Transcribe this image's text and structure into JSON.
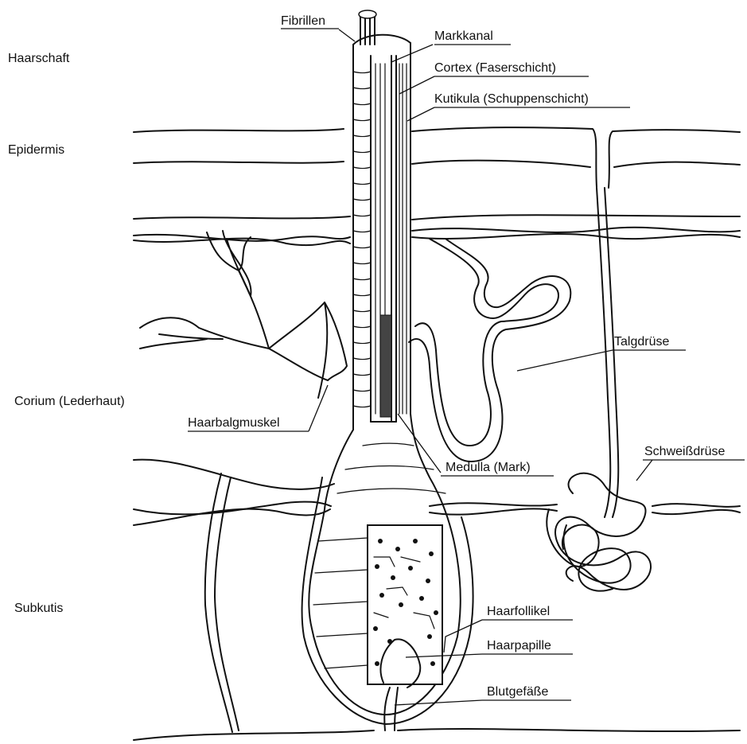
{
  "layers": {
    "haarschaft": "Haarschaft",
    "epidermis": "Epidermis",
    "corium": "Corium (Lederhaut)",
    "subkutis": "Subkutis"
  },
  "labels": {
    "fibrillen": "Fibrillen",
    "markkanal": "Markkanal",
    "cortex": "Cortex (Faserschicht)",
    "kutikula": "Kutikula (Schuppenschicht)",
    "talgdruese": "Talgdrüse",
    "haarbalgmuskel": "Haarbalgmuskel",
    "medulla": "Medulla (Mark)",
    "schweissdruese": "Schweißdrüse",
    "haarfollikel": "Haarfollikel",
    "haarpapille": "Haarpapille",
    "blutgefaesse": "Blutgefäße"
  }
}
